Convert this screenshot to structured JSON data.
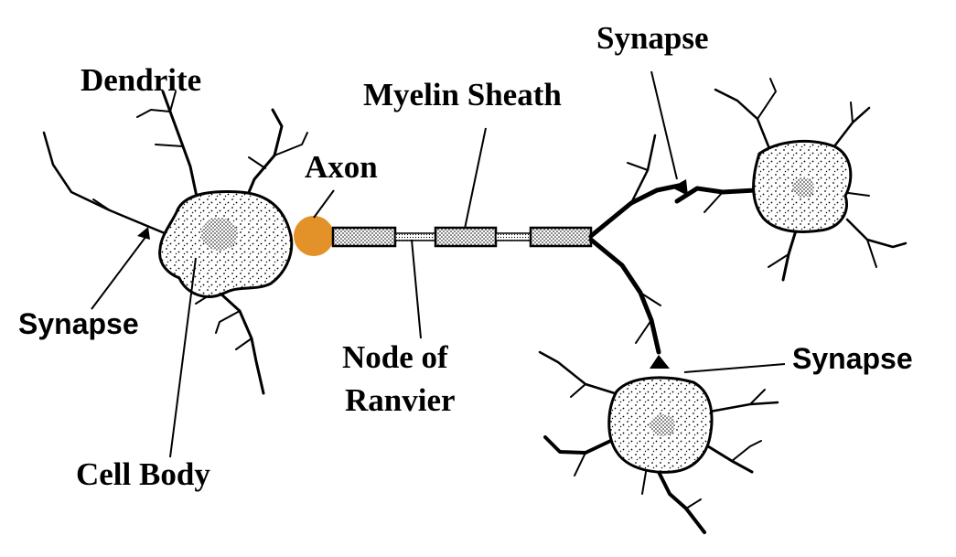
{
  "labels": {
    "dendrite": "Dendrite",
    "axon": "Axon",
    "myelin_sheath": "Myelin Sheath",
    "synapse_top": "Synapse",
    "synapse_left": "Synapse",
    "synapse_right": "Synapse",
    "node_of_ranvier_line1": "Node of",
    "node_of_ranvier_line2": "Ranvier",
    "cell_body": "Cell Body"
  },
  "colors": {
    "axon_hillock_marker": "#e3922a",
    "ink": "#000000",
    "background": "#ffffff"
  }
}
